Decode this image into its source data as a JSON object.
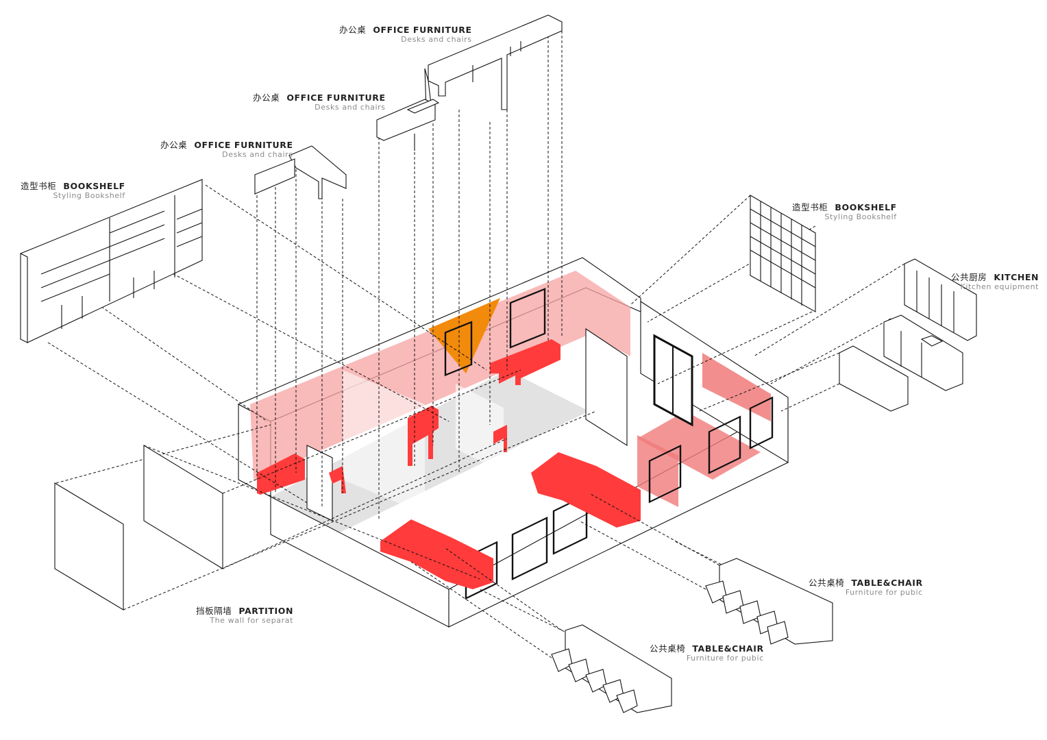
{
  "colors": {
    "accent_red": "#ff3b3b",
    "accent_pink": "#f7a3a3",
    "accent_orange": "#f28a0c",
    "line": "#111111",
    "floor_gray": "#e2e2e2"
  },
  "labels": {
    "office_furniture_top": {
      "zh": "办公桌",
      "en": "OFFICE FURNITURE",
      "sub": "Desks and chairs"
    },
    "office_furniture_mid": {
      "zh": "办公桌",
      "en": "OFFICE FURNITURE",
      "sub": "Desks and chairs"
    },
    "office_furniture_low": {
      "zh": "办公桌",
      "en": "OFFICE FURNITURE",
      "sub": "Desks and chairs"
    },
    "bookshelf_left": {
      "zh": "造型书柜",
      "en": "BOOKSHELF",
      "sub": "Styling Bookshelf"
    },
    "bookshelf_right": {
      "zh": "造型书柜",
      "en": "BOOKSHELF",
      "sub": "Styling Bookshelf"
    },
    "kitchen": {
      "zh": "公共厨房",
      "en": "KITCHEN",
      "sub": "Kitchen equipment"
    },
    "table_chair_right": {
      "zh": "公共桌椅",
      "en": "TABLE&CHAIR",
      "sub": "Furniture for pubic"
    },
    "table_chair_bottom": {
      "zh": "公共桌椅",
      "en": "TABLE&CHAIR",
      "sub": "Furniture for pubic"
    },
    "partition": {
      "zh": "挡板隔墙",
      "en": "PARTITION",
      "sub": "The wall for separat"
    }
  }
}
